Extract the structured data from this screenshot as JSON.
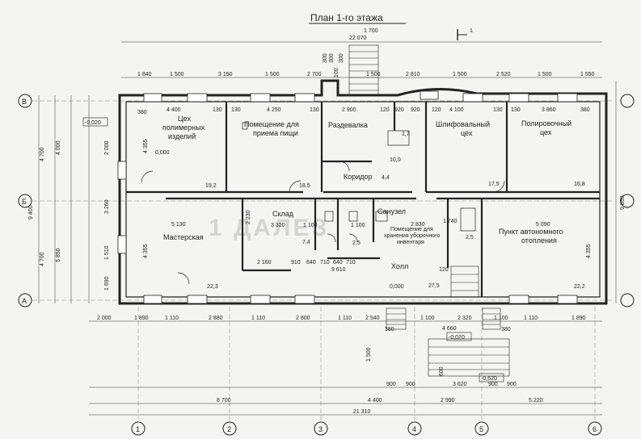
{
  "title": "План 1-го этажа",
  "section_mark": "1",
  "axes": {
    "letters": [
      "В",
      "Б",
      "А"
    ],
    "numbers": [
      "1",
      "2",
      "3",
      "4",
      "5",
      "6"
    ]
  },
  "rooms": [
    {
      "id": "polymer",
      "lines": [
        "Цех",
        "полимерных",
        "изделий"
      ],
      "area": "",
      "level": "0,000"
    },
    {
      "id": "food",
      "lines": [
        "Помещение для",
        "приема пищи"
      ],
      "area": "18,5"
    },
    {
      "id": "cloak",
      "lines": [
        "Раздевалка"
      ],
      "area": ""
    },
    {
      "id": "grind",
      "lines": [
        "Шлифовальный",
        "цех"
      ],
      "area": "17,5"
    },
    {
      "id": "polish",
      "lines": [
        "Полировочный",
        "цех"
      ],
      "area": "16,8"
    },
    {
      "id": "corridor",
      "lines": [
        "Коридор"
      ],
      "area": "4,4"
    },
    {
      "id": "workshop",
      "lines": [
        "Мастерская"
      ],
      "area": "22,3"
    },
    {
      "id": "store",
      "lines": [
        "Склад"
      ],
      "area": "7,4"
    },
    {
      "id": "wc",
      "lines": [
        "Санузел"
      ],
      "area": ""
    },
    {
      "id": "cleaning",
      "lines": [
        "Помещение для",
        "хранения уборочного",
        "инвентаря"
      ],
      "area": ""
    },
    {
      "id": "hall",
      "lines": [
        "Холл"
      ],
      "area": "27,5",
      "level": "0,000"
    },
    {
      "id": "heating",
      "lines": [
        "Пункт автономного",
        "отопления"
      ],
      "area": "22,2"
    }
  ],
  "extra_areas": [
    "19,2",
    "2,5",
    "2,5",
    "10,0",
    "1,7"
  ],
  "levels": [
    "-0,020",
    "-0,020",
    "-0,620"
  ],
  "top_dims_outer": [
    "1 700",
    "22 070"
  ],
  "top_dims_row1": [
    "1 840",
    "1 500",
    "3 150",
    "1 500",
    "2 700",
    "1 500",
    "2 810",
    "1 500",
    "2 520",
    "1 500",
    "1 550"
  ],
  "top_inner_dims": [
    "4 400",
    "4 250",
    "2 900",
    "4 100",
    "3 860",
    "130",
    "130",
    "130",
    "120",
    "120",
    "920",
    "920",
    "130",
    "130",
    "380",
    "380"
  ],
  "bottom_dims_row1": [
    "2 000",
    "1 890",
    "1 110",
    "2 880",
    "1 110",
    "2 800",
    "1 110",
    "2 540",
    "1 100",
    "2 320",
    "1 100",
    "1 110",
    "1 890"
  ],
  "bottom_dims_row2": [
    "900",
    "900",
    "3 620",
    "900",
    "900"
  ],
  "bottom_dims_row3": [
    "8 700",
    "4 400",
    "2 990",
    "5 220"
  ],
  "bottom_total": "21 310",
  "middle_dims": [
    "5 130",
    "5 090",
    "3 320",
    "2 230",
    "2 830",
    "1 740",
    "9 610",
    "2 160",
    "910",
    "640",
    "710",
    "640",
    "710",
    "120",
    "4 660",
    "1 100",
    "1 100"
  ],
  "left_dims": [
    "4 700",
    "4 700",
    "9 400",
    "5 850",
    "4 000",
    "2 000",
    "3 260",
    "1 510",
    "1 690",
    "4 355",
    "4 355"
  ],
  "right_dims": [
    "9 850",
    "4 355",
    "1 500",
    "380",
    "380",
    "600"
  ],
  "stair_dims": [
    "300",
    "300",
    "1 100",
    "300"
  ],
  "watermark": "1 ДАЛЕЗ"
}
